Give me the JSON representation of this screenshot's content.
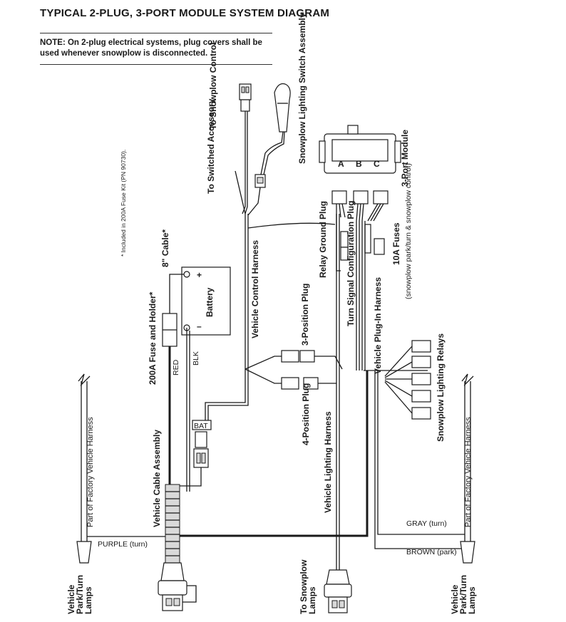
{
  "title": "TYPICAL 2-PLUG, 3-PORT MODULE SYSTEM DIAGRAM",
  "note": "NOTE: On 2-plug electrical systems, plug covers shall be used whenever snowplow is disconnected.",
  "footnote": "* Included in 200A Fuse Kit (PN 90730).",
  "labels": {
    "to_snowplow_control": "To Snowplow Control",
    "to_switched_accessory": "To Switched Accessory",
    "snowplow_lighting_switch": "Snowplow Lighting Switch Assembly",
    "three_port_module": "3-Port Module",
    "module_ports": [
      "A",
      "B",
      "C"
    ],
    "relay_ground_plug": "Relay Ground Plug",
    "fuses_10a": "10A Fuses",
    "fuses_note": "(snowplow park/turn & snowplow control)",
    "vehicle_control_harness": "Vehicle Control Harness",
    "turn_signal_config_plug": "Turn Signal Configuration Plug",
    "vehicle_plug_in_harness": "Vehicle Plug-In Harness",
    "three_position_plug": "3-Position Plug",
    "four_position_plug": "4-Position Plug",
    "snowplow_lighting_relays": "Snowplow Lighting Relays",
    "battery": "Battery",
    "plus": "+",
    "minus": "–",
    "eight_inch_cable": "8\" Cable*",
    "fuse_holder": "200A Fuse and Holder*",
    "red": "RED",
    "blk": "BLK",
    "bat": "BAT",
    "vehicle_cable_assembly": "Vehicle Cable Assembly",
    "vehicle_lighting_harness": "Vehicle Lighting Harness",
    "factory_harness_left": "Part of Factory Vehicle Harness",
    "factory_harness_right": "Part of Factory Vehicle Harness",
    "purple": "PURPLE (turn)",
    "gray": "GRAY (turn)",
    "brown": "BROWN (park)",
    "vehicle_lamps_left": "Vehicle Park/Turn Lamps",
    "vehicle_lamps_right": "Vehicle Park/Turn Lamps",
    "to_snowplow_lamps": "To Snowplow Lamps"
  }
}
